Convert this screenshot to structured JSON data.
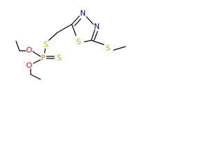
{
  "structure": {
    "atom_labels": {
      "s_thiol": "S",
      "p": "P",
      "s_double": "S",
      "o_upper": "O",
      "o_lower": "O",
      "n1": "N",
      "n2": "N",
      "s_ring": "S",
      "s_methylthio": "S"
    }
  },
  "colors": {
    "bond": "#000000",
    "carbon_and_phosphorus_text": "#000000",
    "oxygen": "#ff0000",
    "nitrogen": "#0000ff",
    "sulfur": "#b8b800",
    "phosphorus": "#b8860b"
  }
}
